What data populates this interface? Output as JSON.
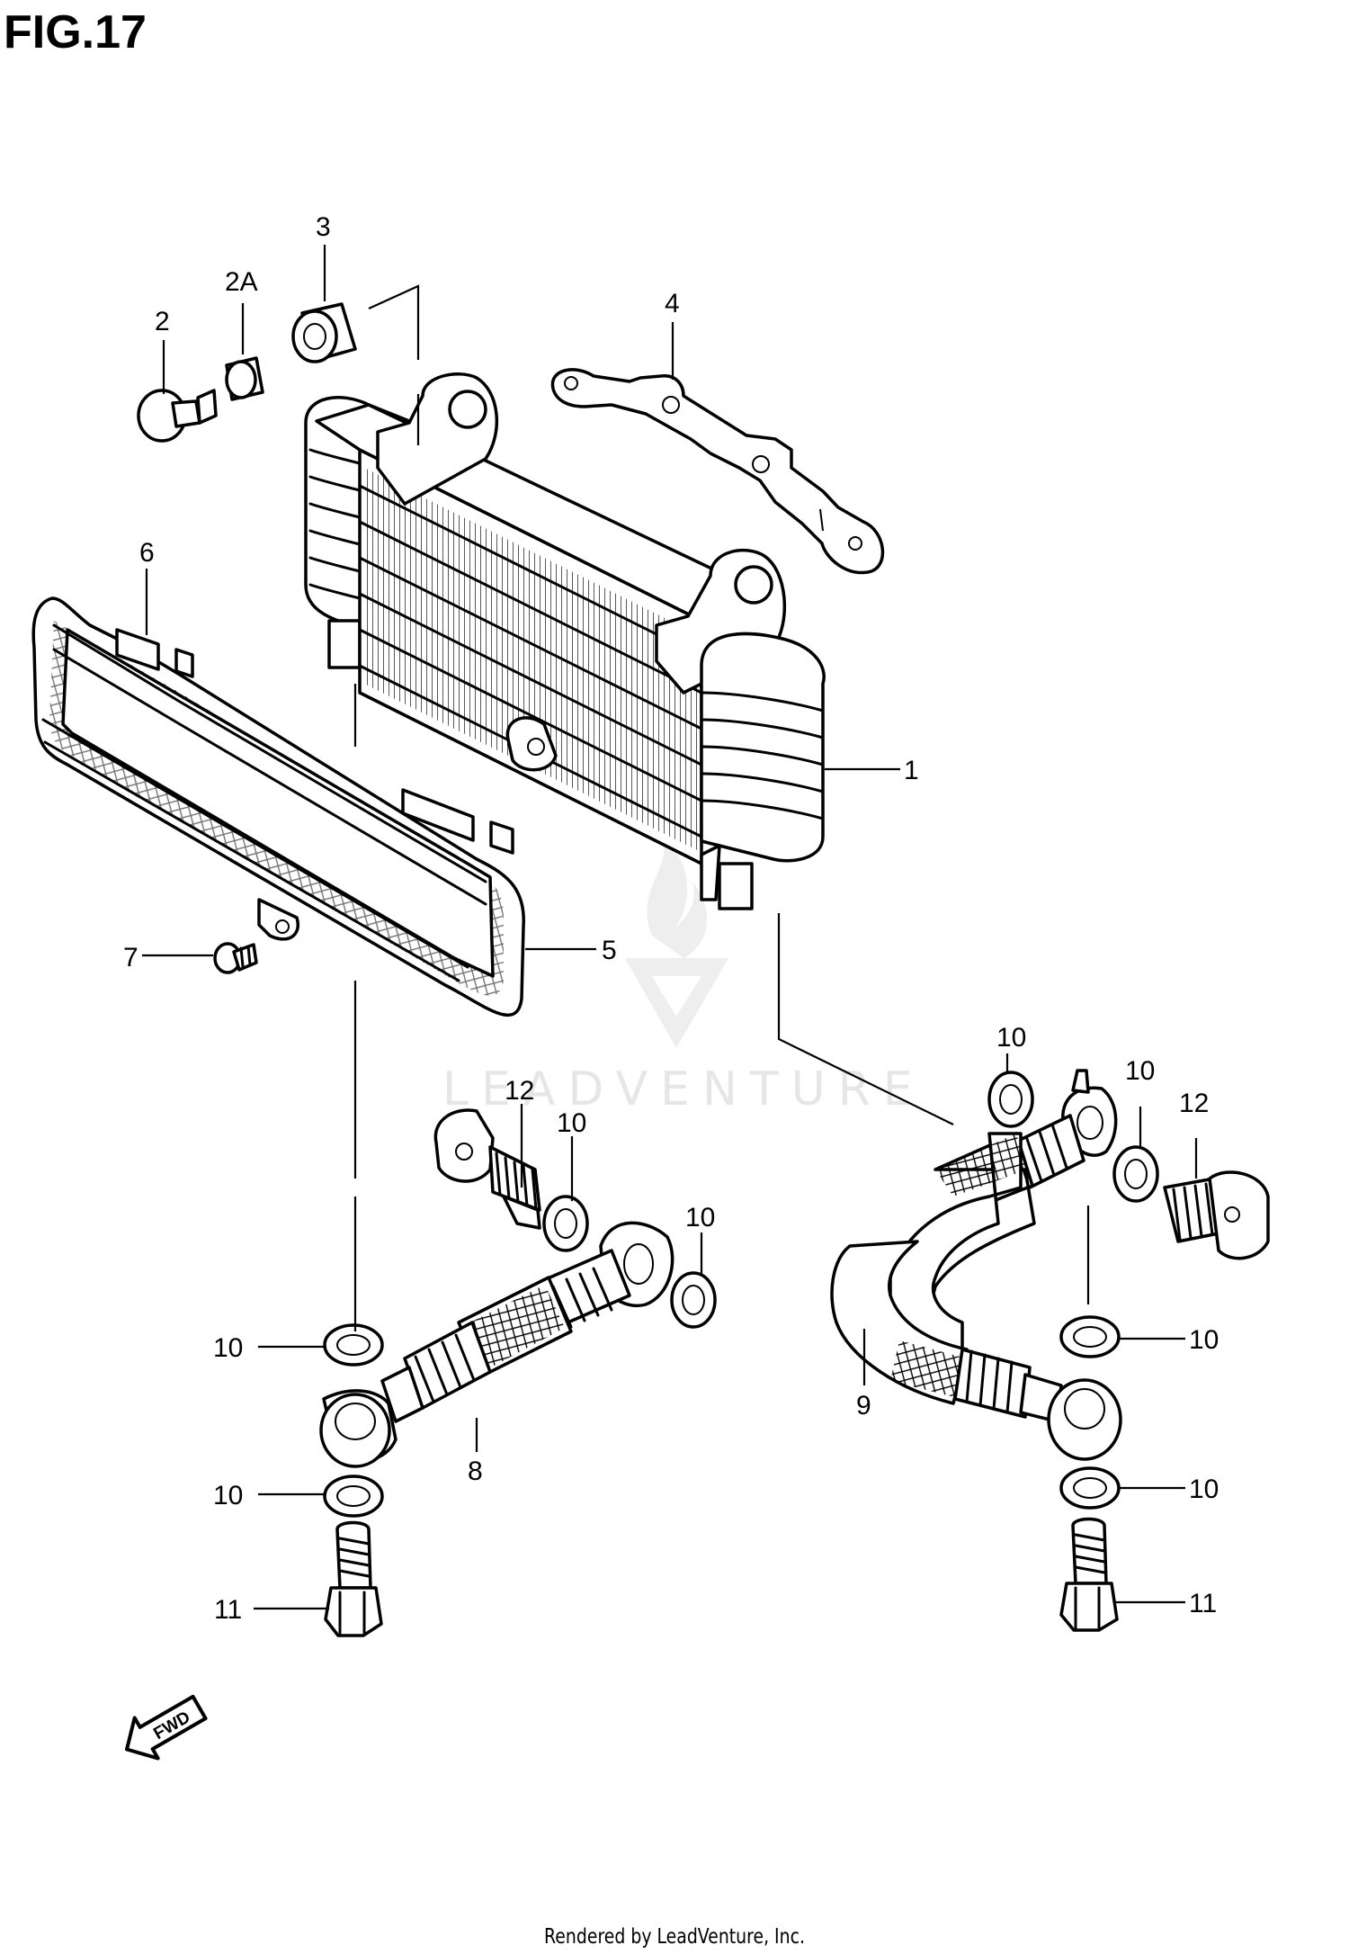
{
  "figure_title": "FIG.17",
  "credit": "Rendered by LeadVenture, Inc.",
  "watermark": "LEADVENTURE",
  "fwd_label": "FWD",
  "callouts": [
    "1",
    "2",
    "2A",
    "3",
    "4",
    "5",
    "6",
    "7",
    "8",
    "9",
    "10",
    "11",
    "12"
  ]
}
